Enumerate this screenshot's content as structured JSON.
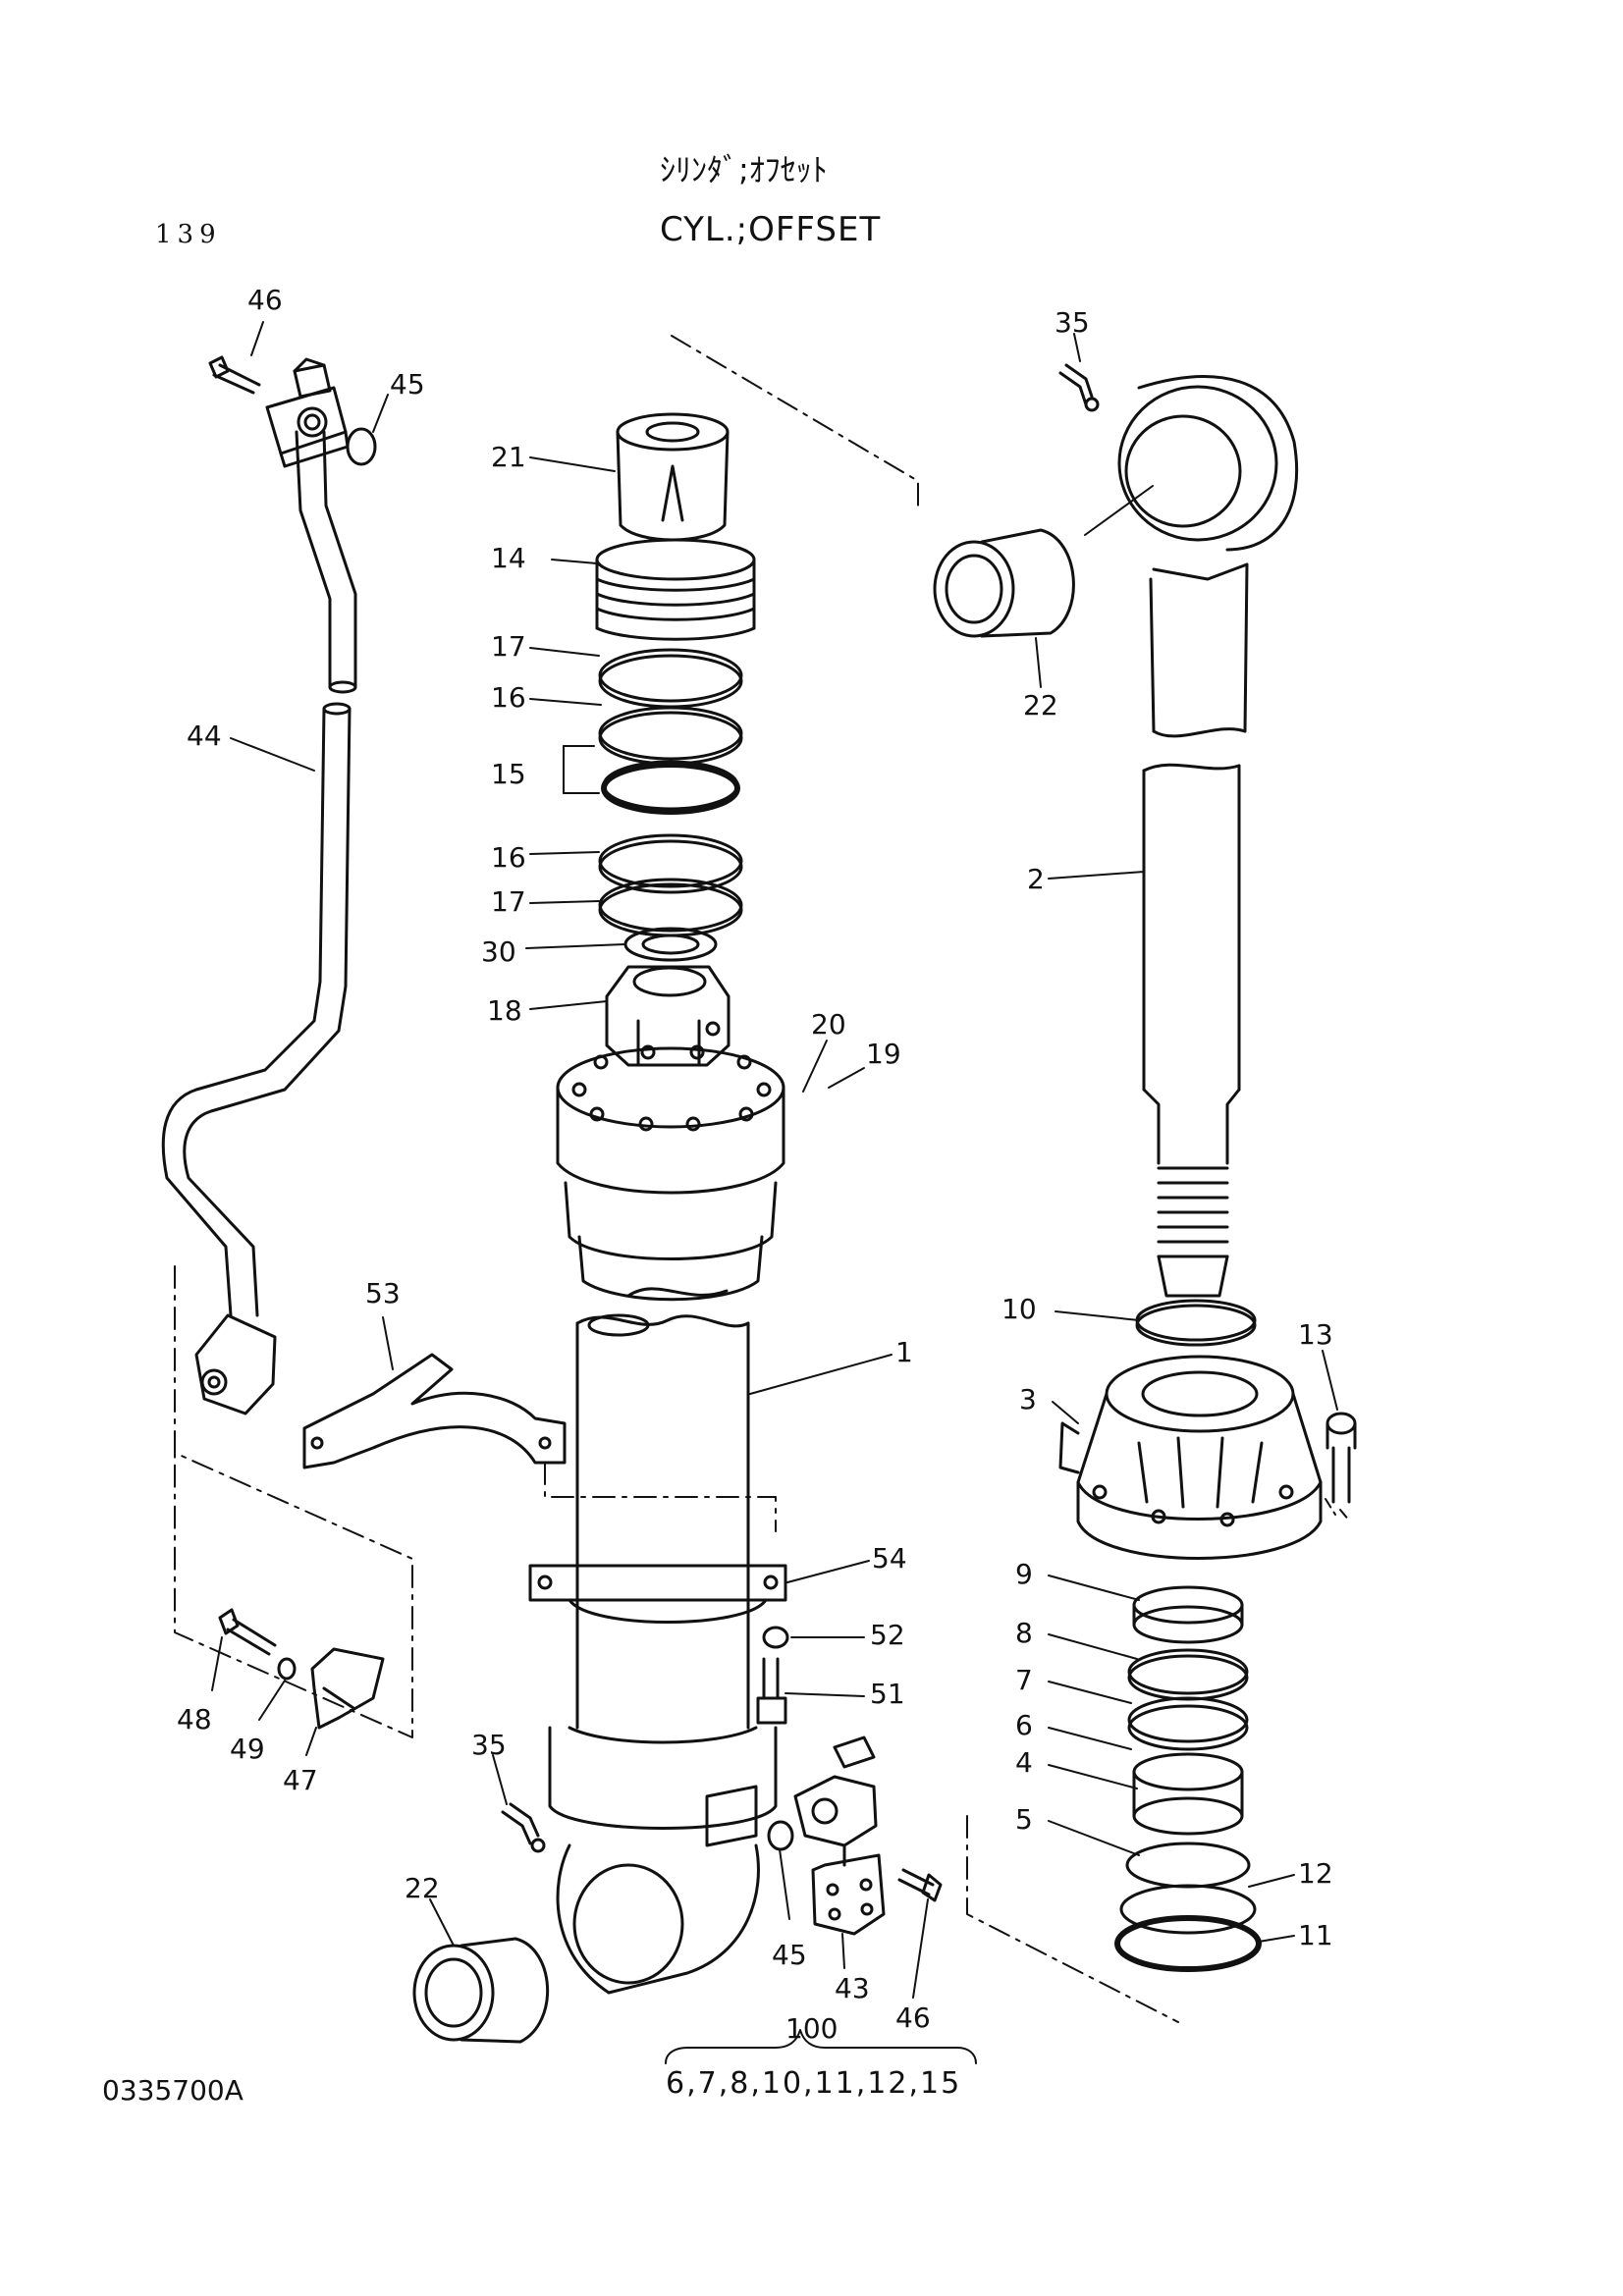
{
  "header": {
    "title_jp": "ｼﾘﾝﾀﾞ;ｵﾌｾｯﾄ",
    "title_en": "CYL.;OFFSET",
    "page_number": "139"
  },
  "footer": {
    "figure_number": "0335700A",
    "kit_number": "100",
    "kit_contents": "6,7,8,10,11,12,15"
  },
  "callouts": [
    {
      "id": "c46a",
      "text": "46"
    },
    {
      "id": "c45a",
      "text": "45"
    },
    {
      "id": "c44",
      "text": "44"
    },
    {
      "id": "c21",
      "text": "21"
    },
    {
      "id": "c14",
      "text": "14"
    },
    {
      "id": "c17a",
      "text": "17"
    },
    {
      "id": "c16a",
      "text": "16"
    },
    {
      "id": "c15",
      "text": "15"
    },
    {
      "id": "c16b",
      "text": "16"
    },
    {
      "id": "c17b",
      "text": "17"
    },
    {
      "id": "c30",
      "text": "30"
    },
    {
      "id": "c18",
      "text": "18"
    },
    {
      "id": "c20",
      "text": "20"
    },
    {
      "id": "c19",
      "text": "19"
    },
    {
      "id": "c35a",
      "text": "35"
    },
    {
      "id": "c22a",
      "text": "22"
    },
    {
      "id": "c2",
      "text": "2"
    },
    {
      "id": "c53",
      "text": "53"
    },
    {
      "id": "c1",
      "text": "1"
    },
    {
      "id": "c10",
      "text": "10"
    },
    {
      "id": "c13",
      "text": "13"
    },
    {
      "id": "c3",
      "text": "3"
    },
    {
      "id": "c54",
      "text": "54"
    },
    {
      "id": "c9",
      "text": "9"
    },
    {
      "id": "c8",
      "text": "8"
    },
    {
      "id": "c52",
      "text": "52"
    },
    {
      "id": "c7",
      "text": "7"
    },
    {
      "id": "c6",
      "text": "6"
    },
    {
      "id": "c51",
      "text": "51"
    },
    {
      "id": "c48",
      "text": "48"
    },
    {
      "id": "c49",
      "text": "49"
    },
    {
      "id": "c47",
      "text": "47"
    },
    {
      "id": "c4",
      "text": "4"
    },
    {
      "id": "c35b",
      "text": "35"
    },
    {
      "id": "c5",
      "text": "5"
    },
    {
      "id": "c12",
      "text": "12"
    },
    {
      "id": "c22b",
      "text": "22"
    },
    {
      "id": "c11",
      "text": "11"
    },
    {
      "id": "c45b",
      "text": "45"
    },
    {
      "id": "c43",
      "text": "43"
    },
    {
      "id": "c46b",
      "text": "46"
    }
  ]
}
